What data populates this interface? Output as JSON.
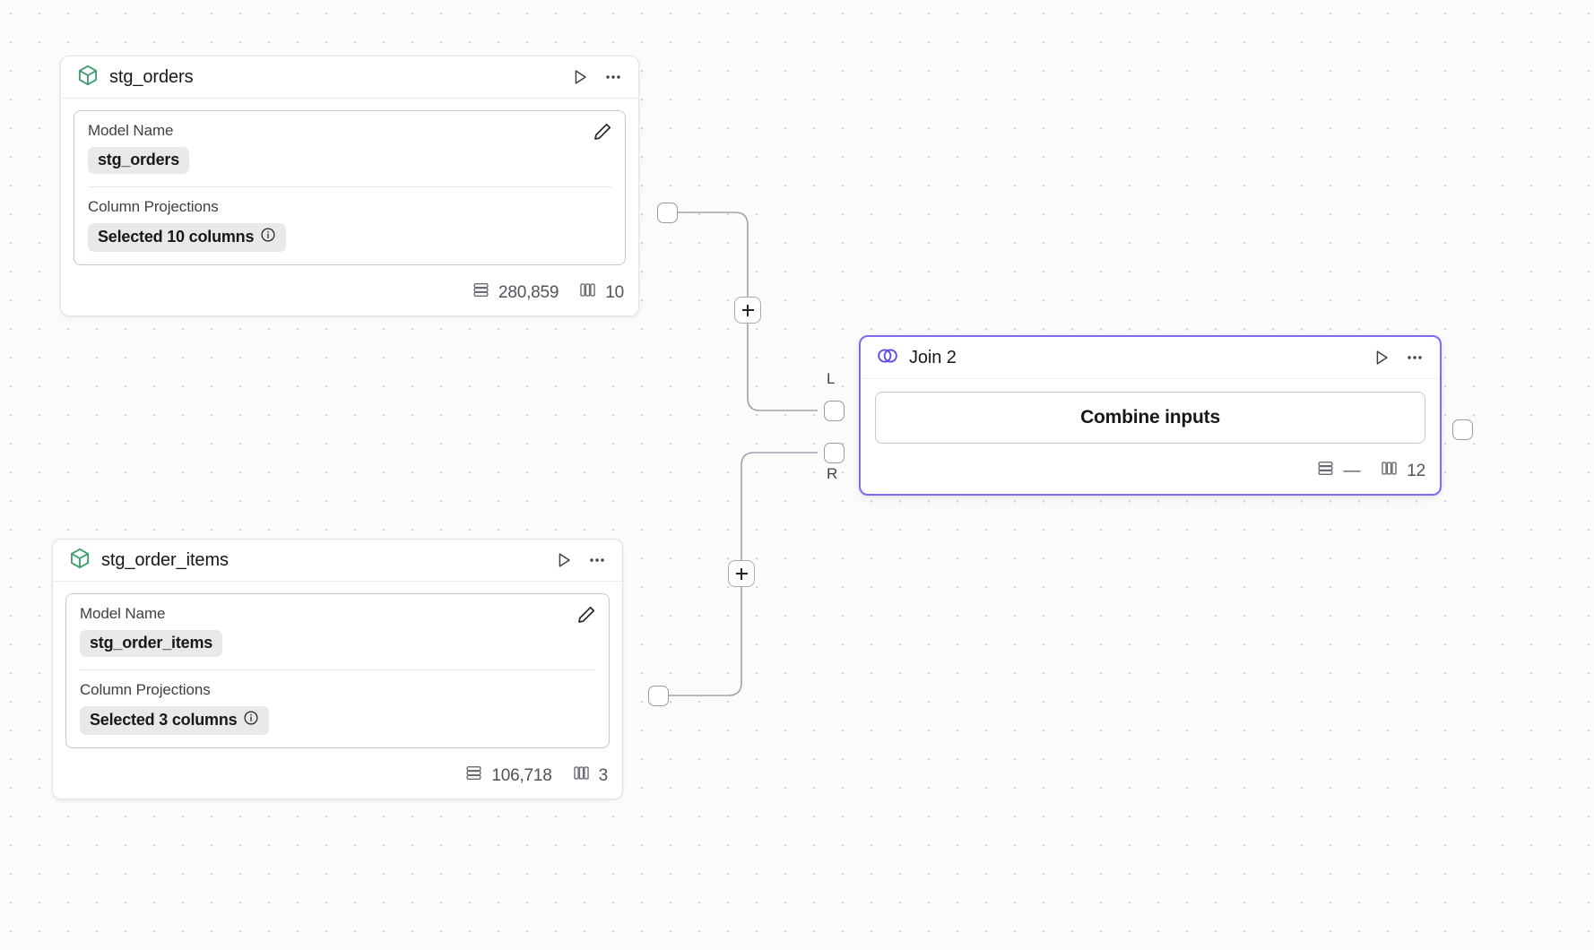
{
  "canvas": {
    "background_color": "#fbfbfb",
    "grid_dot_color": "#d4d4d8",
    "accent_color": "#7c6cf5",
    "model_icon_color": "#3f9e6e"
  },
  "nodes": [
    {
      "id": "stg_orders",
      "title": "stg_orders",
      "icon": "cube-icon",
      "type": "model",
      "properties": [
        {
          "label": "Model Name",
          "value": "stg_orders",
          "has_info": false
        },
        {
          "label": "Column Projections",
          "value": "Selected 10 columns",
          "has_info": true
        }
      ],
      "footer": {
        "rows_label": "280,859",
        "columns_label": "10"
      }
    },
    {
      "id": "stg_order_items",
      "title": "stg_order_items",
      "icon": "cube-icon",
      "type": "model",
      "properties": [
        {
          "label": "Model Name",
          "value": "stg_order_items",
          "has_info": false
        },
        {
          "label": "Column Projections",
          "value": "Selected 3 columns",
          "has_info": true
        }
      ],
      "footer": {
        "rows_label": "106,718",
        "columns_label": "3"
      }
    },
    {
      "id": "join_2",
      "title": "Join 2",
      "icon": "venn-join-icon",
      "type": "join",
      "selected": true,
      "action_label": "Combine inputs",
      "footer": {
        "rows_label": "—",
        "columns_label": "12"
      }
    }
  ],
  "ports": {
    "left_input_label": "L",
    "right_input_label": "R"
  },
  "edge_buttons": {
    "add_label": "+"
  },
  "header_actions": {
    "run_label": "run-node",
    "more_label": "more-options"
  }
}
